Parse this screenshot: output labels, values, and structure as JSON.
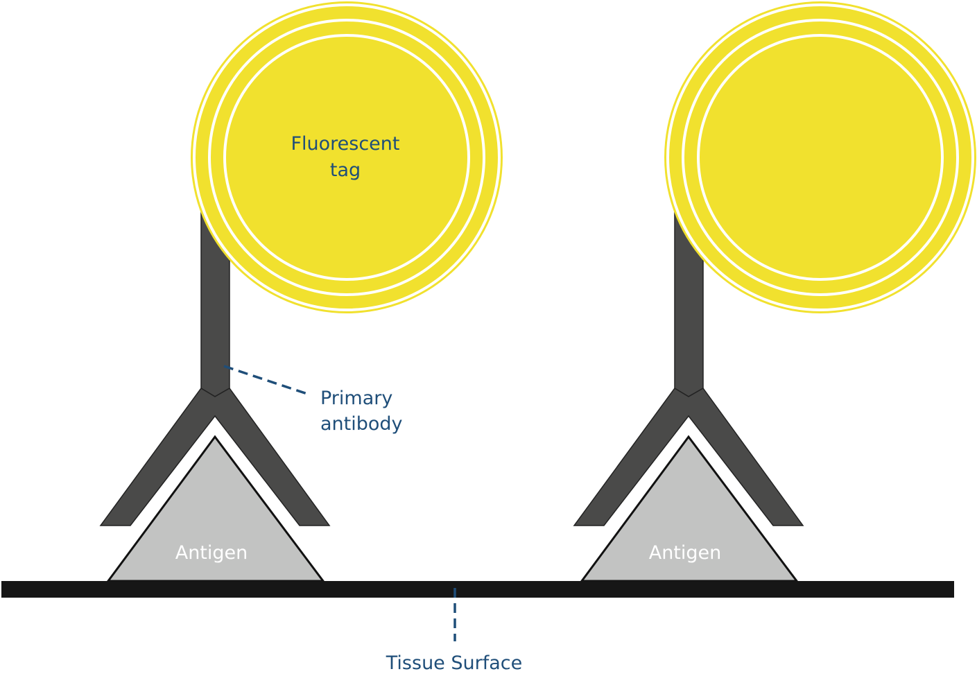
{
  "labels": {
    "fluorescent_tag_line1": "Fluorescent",
    "fluorescent_tag_line2": "tag",
    "primary_antibody_line1": "Primary",
    "primary_antibody_line2": "antibody",
    "antigen_left": "Antigen",
    "antigen_right": "Antigen",
    "tissue_surface": "Tissue Surface"
  },
  "colors": {
    "tag_yellow": "#f1e12e",
    "antibody_dark": "#4a4a49",
    "antigen_gray": "#c2c3c2",
    "surface_black": "#161616",
    "label_blue": "#1f4e79",
    "antigen_text": "#ffffff"
  }
}
